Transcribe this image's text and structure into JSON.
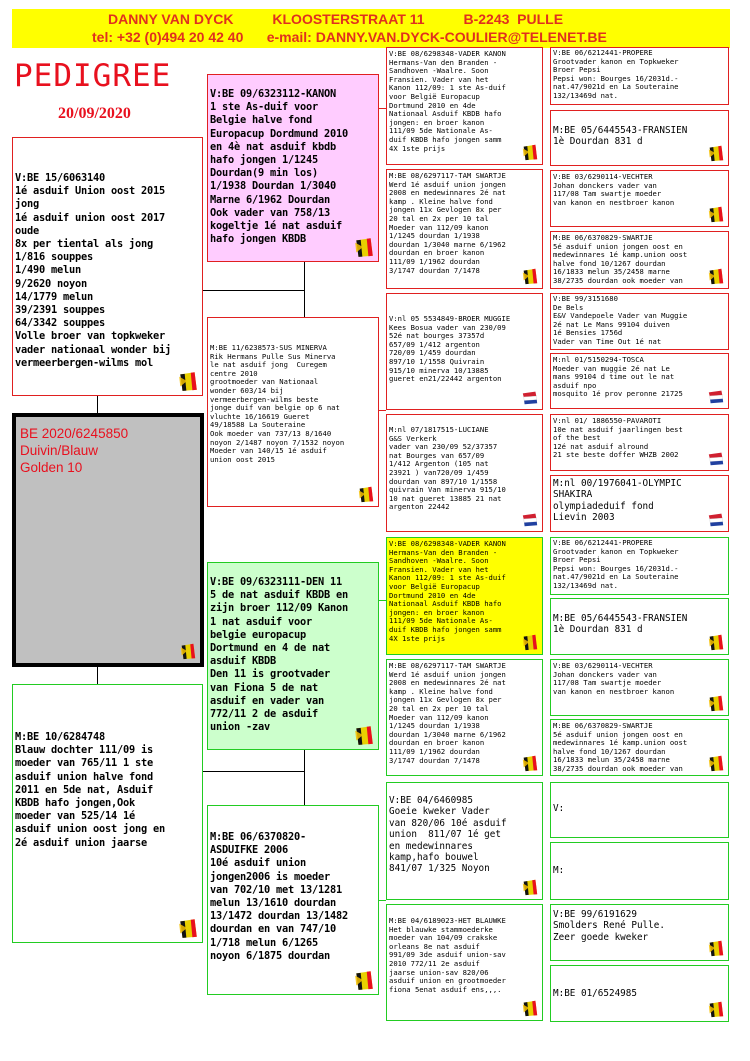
{
  "header": {
    "line1": "DANNY VAN DYCK          KLOOSTERSTRAAT 11          B-2243  PULLE",
    "line2": "tel: +32 (0)494 20 42 40      e-mail: DANNY.VAN.DYCK-COULIER@TELENET.BE"
  },
  "title": "PEDIGREE",
  "date": "20/09/2020",
  "pigeon": {
    "text": "BE 2020/6245850\nDuivin/Blauw\nGolden 10"
  },
  "sire": {
    "text": "V:BE 15/6063140\n1é asduif Union oost 2015\njong\n1é asduif union oost 2017\noude\n8x per tiental als jong\n1/816 souppes\n1/490 melun\n9/2620 noyon\n14/1779 melun\n39/2391 souppes\n64/3342 souppes\nVolle broer van topkweker\nvader nationaal wonder bij\nvermeerbergen-wilms mol"
  },
  "dam": {
    "text": "M:BE 10/6284748\nBlauw dochter 111/09 is\nmoeder van 765/11 1 ste\nasduif union halve fond\n2011 en 5de nat, Asduif\nKBDB hafo jongen,Ook\nmoeder van 525/14 1é\nasduif union oost jong en\n2é asduif union jaarse"
  },
  "ss": {
    "text": "V:BE 09/6323112-KANON\n1 ste As-duif voor\nBelgie halve fond\nEuropacup Dordmund 2010\nen 4è nat asduif kbdb\nhafo jongen 1/1245\nDourdan(9 min los)\n1/1938 Dourdan 1/3040\nMarne 6/1962 Dourdan\nOok vader van 758/13\nkogeltje 1é nat asduif\nhafo jongen KBDB"
  },
  "sd": {
    "text": "M:BE 11/6238573-SUS MINERVA\nRik Hermans Pulle Sus Minerva\nle nat asduif jong  Curegem\ncentre 2010\ngrootmoeder van Nationaal\nwonder 603/14 bij\nvermeerbergen-wilms beste\njonge duif van belgie op 6 nat\nvluchte 16/16619 Gueret\n49/18588 La Souteraine\nOok moeder van 737/13 8/1640\nnoyon 2/1487 noyon 7/1532 noyon\nMoeder van 140/15 1é asduif\nunion oost 2015"
  },
  "ds": {
    "text": "V:BE 09/6323111-DEN 11\n5 de nat asduif KBDB en\nzijn broer 112/09 Kanon\n1 nat asduif voor\nbelgie europacup\nDortmund en 4 de nat\nasduif KBDB\nDen 11 is grootvader\nvan Fiona 5 de nat\nasduif en vader van\n772/11 2 de asduif\nunion -zav"
  },
  "dd": {
    "text": "M:BE 06/6370820-\nASDUIFKE 2006\n10é asduif union\njongen2006 is moeder\nvan 702/10 met 13/1281\nmelun 13/1610 dourdan\n13/1472 dourdan 13/1482\ndourdan en van 747/10\n1/718 melun 6/1265\nnoyon 6/1875 dourdan"
  },
  "sss": {
    "text": "V:BE 08/6298348-VADER KANON\nHermans-Van den Branden -\nSandhoven -Waalre. Soon\nFransien. Vader van het\nKanon 112/09: 1 ste As-duif\nvoor België Europacup\nDortmund 2010 en 4de\nNationaal Asduif KBDB hafo\njongen: en broer kanon\n111/09 5de Nationale As-\nduif KBDB hafo jongen samm\n4X 1ste prijs"
  },
  "ssd": {
    "text": "M:BE 08/6297117-TAM SWARTJE\nWerd 1é asduif union jongen\n2008 en medewinnares 2é nat\nkamp . Kleine halve fond\njongen 11x Gevlogen 8x per\n20 tal en 2x per 10 tal\nMoeder van 112/09 kanon\n1/1245 dourdan 1/1938\ndourdan 1/3040 marne 6/1962\ndourdan en broer kanon\n111/09 1/1962 dourdan\n3/1747 dourdan 7/1478"
  },
  "sds": {
    "text": "V:nl 05 5534849-BROER MUGGIE\nKees Bosua vader van 230/09\n52é nat bourges 37357d\n657/09 1/412 argenton\n720/09 1/459 dourdan\n897/10 1/1558 Quivrain\n915/10 minerva 10/13885\ngueret en21/22442 argenton"
  },
  "sdd": {
    "text": "M:nl 07/1817515-LUCIANE\nG&S Verkerk\nvader van 230/09 52/37357\nnat Bourges van 657/09\n1/412 Argenton (105 nat\n23921 ) van720/09 1/459\ndourdan van 897/10 1/1558\nquivrain Van minerva 915/10\n10 nat gueret 13885 21 nat\nargenton 22442"
  },
  "dss": {
    "text": "V:BE 08/6298348-VADER KANON\nHermans-Van den Branden -\nSandhoven -Waalre. Soon\nFransien. Vader van het\nKanon 112/09: 1 ste As-duif\nvoor België Europacup\nDortmund 2010 en 4de\nNationaal Asduif KBDB hafo\njongen: en broer kanon\n111/09 5de Nationale As-\nduif KBDB hafo jongen samm\n4X 1ste prijs"
  },
  "dsd": {
    "text": "M:BE 08/6297117-TAM SWARTJE\nWerd 1é asduif union jongen\n2008 en medewinnares 2é nat\nkamp . Kleine halve fond\njongen 11x Gevlogen 8x per\n20 tal en 2x per 10 tal\nMoeder van 112/09 kanon\n1/1245 dourdan 1/1938\ndourdan 1/3040 marne 6/1962\ndourdan en broer kanon\n111/09 1/1962 dourdan\n3/1747 dourdan 7/1478"
  },
  "dds": {
    "text": "V:BE 04/6460985\nGoeie kweker Vader\nvan 820/06 10é asduif\nunion  811/07 1é get\nen medewinnares\nkamp,hafo bouwel\n841/07 1/325 Noyon"
  },
  "ddd": {
    "text": "M:BE 04/6189023-HET BLAUWKE\nHet blauwke stammoederke\nmoeder van 104/09 crakske\norleans 8e nat asduif\n991/09 3de asduif union-sav\n2010 772/11 2e asduif\njaarse union-sav 820/06\nasduif union en grootmoeder\nfiona 5enat asduif ens,,,."
  },
  "g1": {
    "text": "V:BE 06/6212441-PROPERE\nGrootvader kanon en Topkweker\nBroer Pepsi\nPepsi won: Bourges 16/2031d.-\nnat.47/9021d en La Souteraine\n132/13469d nat."
  },
  "g2": {
    "text": "M:BE 05/6445543-FRANSIEN\n1è Dourdan 831 d"
  },
  "g3": {
    "text": "V:BE 03/6290114-VECHTER\nJohan donckers vader van\n117/08 Tam swartje moeder\nvan kanon en nestbroer kanon"
  },
  "g4": {
    "text": "M:BE 06/6370829-SWARTJE\n5é asduif union jongen oost en\nmedewinnares 1é kamp.union oost\nhalve fond 10/1267 dourdan\n16/1833 melun 35/2458 marne\n38/2735 dourdan ook moeder van"
  },
  "g5": {
    "text": "V:BE 99/3151680\nDe Bels\nE&V Vandepoele Vader van Muggie\n2é nat Le Mans 99104 duiven\n1é Bensies 1756d\nVader van Time Out 1é nat"
  },
  "g6": {
    "text": "M:nl 01/5150294-TOSCA\nMoeder van muggie 2é nat Le\nmans 99104 d time out le nat\nasduif npo\nmosquito 1é prov peronne 21725"
  },
  "g7": {
    "text": "V:nl 01/ 1886550-PAVAROTI\n10e nat asduif jaarlingen best\nof the best\n12é nat asduif alround\n21 ste beste doffer WHZB 2002"
  },
  "g8": {
    "text": "M:nl 00/1976041-OLYMPIC\nSHAKIRA\nolympiadeduif fond\nLievin 2003"
  },
  "g9": {
    "text": "V:BE 06/6212441-PROPERE\nGrootvader kanon en Topkweker\nBroer Pepsi\nPepsi won: Bourges 16/2031d.-\nnat.47/9021d en La Souteraine\n132/13469d nat."
  },
  "g10": {
    "text": "M:BE 05/6445543-FRANSIEN\n1è Dourdan 831 d"
  },
  "g11": {
    "text": "V:BE 03/6290114-VECHTER\nJohan donckers vader van\n117/08 Tam swartje moeder\nvan kanon en nestbroer kanon"
  },
  "g12": {
    "text": "M:BE 06/6370829-SWARTJE\n5é asduif union jongen oost en\nmedewinnares 1é kamp.union oost\nhalve fond 10/1267 dourdan\n16/1833 melun 35/2458 marne\n38/2735 dourdan ook moeder van"
  },
  "g13": {
    "text": "V:"
  },
  "g14": {
    "text": "M:"
  },
  "g15": {
    "text": "V:BE 99/6191629\nSmolders René Pulle.\nZeer goede kweker"
  },
  "g16": {
    "text": "M:BE 01/6524985"
  },
  "icons": {
    "flag_be": "belgian-flag-icon",
    "flag_nl": "dutch-flag-icon"
  },
  "colors": {
    "header_bg": "#ffff00",
    "accent_red": "#e8101e",
    "sire_line": "#e02020",
    "dam_line": "#22cc22",
    "ss_bg": "#ffccff",
    "ds_bg": "#ccffcc",
    "dss_bg": "#ffff00",
    "pigeon_bg": "#c0c0c0"
  }
}
